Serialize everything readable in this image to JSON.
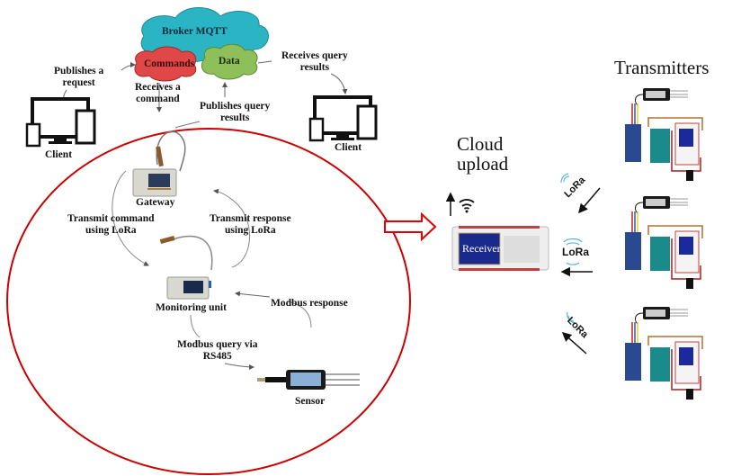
{
  "broker": {
    "title": "Broker MQTT",
    "commands": "Commands",
    "data": "Data"
  },
  "labels": {
    "publishes_request": [
      "Publishes a",
      "request"
    ],
    "receives_command": [
      "Receives a",
      "command"
    ],
    "publishes_query_results": [
      "Publishes query",
      "results"
    ],
    "receives_query_results": [
      "Receives query",
      "results"
    ],
    "client_left": "Client",
    "client_right": "Client",
    "gateway": "Gateway",
    "transmit_command": [
      "Transmit command",
      "using LoRa"
    ],
    "transmit_response": [
      "Transmit response",
      "using LoRa"
    ],
    "monitoring_unit": "Monitoring unit",
    "modbus_response": "Modbus  response",
    "modbus_query": [
      "Modbus  query via",
      "RS485"
    ],
    "sensor": "Sensor"
  },
  "right": {
    "cloud_upload": [
      "Cloud",
      "upload"
    ],
    "receiver": "Receiver",
    "transmitters": "Transmitters",
    "lora": [
      "LoRa",
      "LoRa",
      "LoRa"
    ]
  },
  "colors": {
    "broker": "#2bb5c4",
    "commands": "#e04848",
    "data": "#8fbf5a",
    "circle": "#cc0000",
    "arrow": "#e00000",
    "receiver_screen": "#1a2a8c",
    "lora_waves": "#5ab4d6"
  }
}
